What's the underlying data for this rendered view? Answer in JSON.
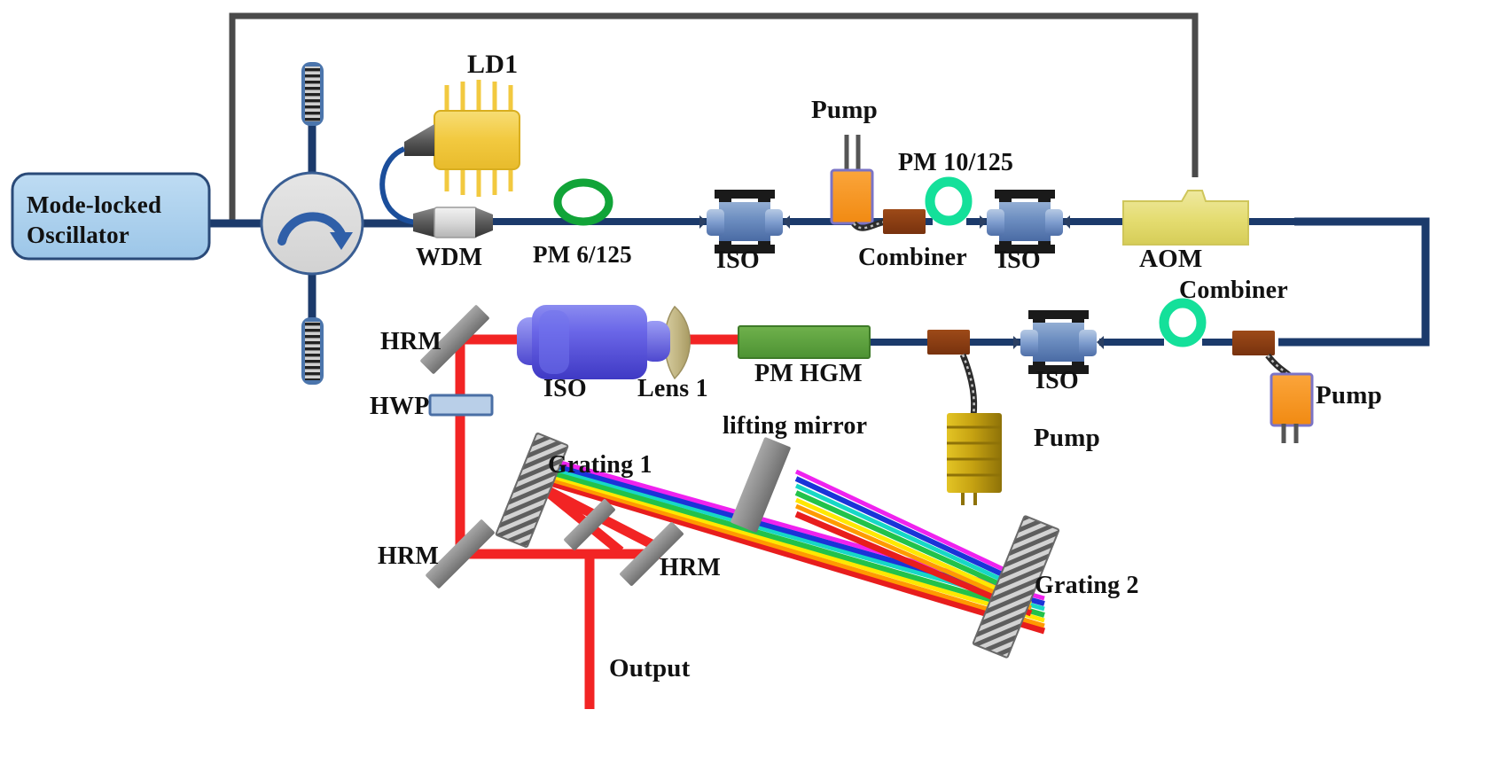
{
  "diagram": {
    "title": "Fiber chirped pulse amplification laser system schematic",
    "colors": {
      "fiber_navy": "#1b3a6b",
      "free_space_red": "#f22424",
      "electrical_gray": "#4a4a4a",
      "oscillator_fill": "#a9cdec",
      "circulator_fill": "#d9d9d9",
      "ld_yellow": "#f4cf52",
      "aom_yellow": "#e6e07a",
      "iso_blue": "#5d7fb8",
      "iso_purple": "#4f4ed6",
      "pump_orange": "#f6921e",
      "pump_gold": "#b8960c",
      "combiner_brown": "#8b3f14",
      "loop_green_dark": "#11a438",
      "loop_green_teal": "#14e09a",
      "hgm_green": "#57a13a",
      "lens_tan": "#c3b887",
      "mirror_gray": "#8f8f8f",
      "grating_gray": "#9a9a9a",
      "hwp_blue": "#b9cfe8"
    },
    "labels": {
      "oscillator": "Mode-locked\nOscillator",
      "oscillator_line1": "Mode-locked",
      "oscillator_line2": "Oscillator",
      "ld1": "LD1",
      "wdm": "WDM",
      "pm6_125": "PM 6/125",
      "iso_top_1": "ISO",
      "pump_top": "Pump",
      "pm10_125": "PM 10/125",
      "combiner_top": "Combiner",
      "iso_top_2": "ISO",
      "aom": "AOM",
      "combiner_right": "Combiner",
      "pump_right": "Pump",
      "iso_row2_right": "ISO",
      "pump_row2": "Pump",
      "pm_hgm": "PM HGM",
      "lens1": "Lens 1",
      "iso_row2_left": "ISO",
      "hrm_top": "HRM",
      "hwp": "HWP",
      "grating1": "Grating 1",
      "lifting_mirror": "lifting mirror",
      "grating2": "Grating 2",
      "hrm_bottom_left": "HRM",
      "hrm_bottom_right": "HRM",
      "output": "Output"
    },
    "components": [
      {
        "name": "mode-locked-oscillator",
        "type": "source",
        "label": "Mode-locked Oscillator"
      },
      {
        "name": "circulator",
        "type": "circulator",
        "label": ""
      },
      {
        "name": "fbg-top",
        "type": "fiber-bragg-grating",
        "label": ""
      },
      {
        "name": "fbg-bottom",
        "type": "fiber-bragg-grating",
        "label": ""
      },
      {
        "name": "laser-diode-1",
        "type": "pump-diode",
        "label": "LD1"
      },
      {
        "name": "wdm",
        "type": "wdm",
        "label": "WDM"
      },
      {
        "name": "pm-6-125-fiber",
        "type": "fiber-loop",
        "label": "PM 6/125"
      },
      {
        "name": "isolator-1",
        "type": "isolator",
        "label": "ISO"
      },
      {
        "name": "pump-1",
        "type": "pump",
        "label": "Pump"
      },
      {
        "name": "combiner-1",
        "type": "combiner",
        "label": "Combiner"
      },
      {
        "name": "pm-10-125-fiber",
        "type": "fiber-loop",
        "label": "PM 10/125"
      },
      {
        "name": "isolator-2",
        "type": "isolator",
        "label": "ISO"
      },
      {
        "name": "aom",
        "type": "acousto-optic-modulator",
        "label": "AOM"
      },
      {
        "name": "combiner-2",
        "type": "combiner",
        "label": "Combiner"
      },
      {
        "name": "pump-2",
        "type": "pump",
        "label": "Pump"
      },
      {
        "name": "isolator-3",
        "type": "isolator",
        "label": "ISO"
      },
      {
        "name": "pump-3",
        "type": "pump",
        "label": "Pump"
      },
      {
        "name": "pm-hgm",
        "type": "gain-fiber",
        "label": "PM HGM"
      },
      {
        "name": "lens-1",
        "type": "lens",
        "label": "Lens 1"
      },
      {
        "name": "isolator-4",
        "type": "free-space-isolator",
        "label": "ISO"
      },
      {
        "name": "hrm-1",
        "type": "mirror",
        "label": "HRM"
      },
      {
        "name": "half-wave-plate",
        "type": "waveplate",
        "label": "HWP"
      },
      {
        "name": "grating-1",
        "type": "grating",
        "label": "Grating 1"
      },
      {
        "name": "lifting-mirror",
        "type": "mirror",
        "label": "lifting mirror"
      },
      {
        "name": "grating-2",
        "type": "grating",
        "label": "Grating 2"
      },
      {
        "name": "hrm-2",
        "type": "mirror",
        "label": "HRM"
      },
      {
        "name": "hrm-3",
        "type": "mirror",
        "label": "HRM"
      },
      {
        "name": "output-beam",
        "type": "output",
        "label": "Output"
      }
    ]
  }
}
